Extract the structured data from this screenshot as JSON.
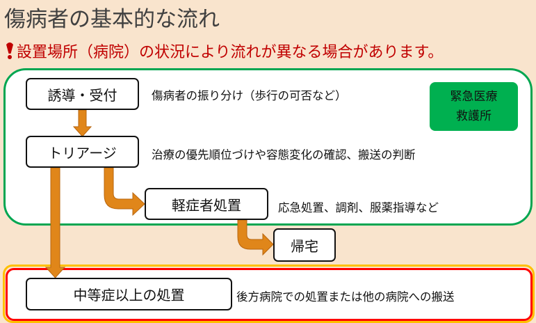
{
  "title": "傷病者の基本的な流れ",
  "note": "設置場所（病院）の状況により流れが異なる場合があります。",
  "badge": {
    "line1": "緊急医療",
    "line2": "救護所"
  },
  "steps": [
    {
      "label": "誘導・受付",
      "desc": "傷病者の振り分け（歩行の可否など）"
    },
    {
      "label": "トリアージ",
      "desc": "治療の優先順位づけや容態変化の確認、搬送の判断"
    },
    {
      "label": "軽症者処置",
      "desc": "応急処置、調剤、服薬指導など"
    },
    {
      "label": "帰宅"
    },
    {
      "label": "中等症以上の処置",
      "desc": "後方病院での処置または他の病院への搬送"
    }
  ],
  "colors": {
    "arrow": "#e0861a",
    "green": "#00a651",
    "red": "#ff0000",
    "yellow": "#ffc000",
    "note": "#c00000"
  }
}
